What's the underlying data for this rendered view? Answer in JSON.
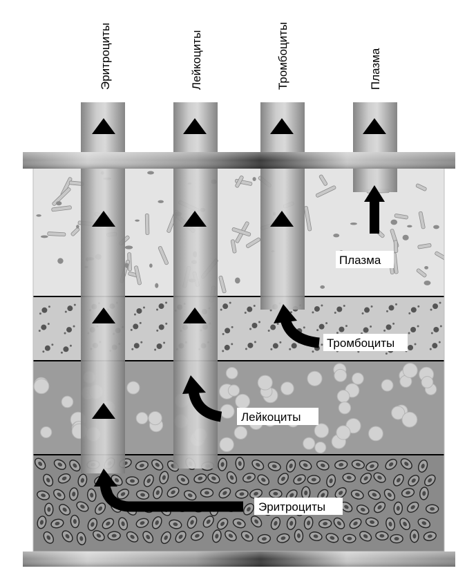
{
  "columns": [
    {
      "label": "Эритроциты"
    },
    {
      "label": "Лейкоциты"
    },
    {
      "label": "Тромбоциты"
    },
    {
      "label": "Плазма"
    }
  ],
  "layers": [
    {
      "label": "Плазма"
    },
    {
      "label": "Тромбоциты"
    },
    {
      "label": "Лейкоциты"
    },
    {
      "label": "Эритроциты"
    }
  ],
  "colors": {
    "plasma_bg": "#e4e4e4",
    "platelet_bg": "#cbcbcb",
    "leukocyte_bg": "#9c9c9c",
    "erythrocyte_bg": "#8a8a8a",
    "tube": "#a8a8a8",
    "arrow": "#000000"
  }
}
